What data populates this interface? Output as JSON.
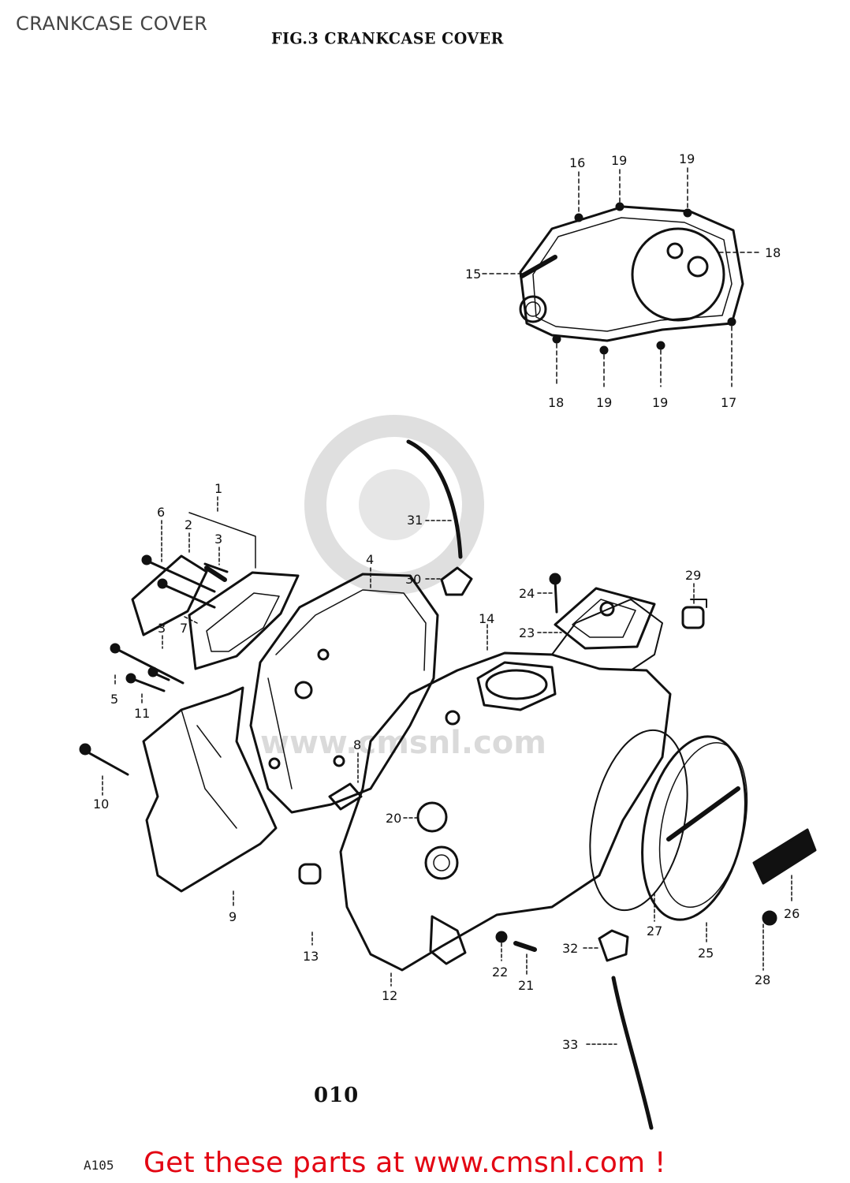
{
  "header": {
    "page_title": "CRANKCASE COVER"
  },
  "figure": {
    "title": "FIG.3  CRANKCASE COVER",
    "page_number": "010",
    "corner_code": "A105"
  },
  "watermark": {
    "text": "www.cmsnl.com"
  },
  "callouts": [
    {
      "id": "c16a",
      "label": "16"
    },
    {
      "id": "c19a",
      "label": "19"
    },
    {
      "id": "c19b",
      "label": "19"
    },
    {
      "id": "c18a",
      "label": "18"
    },
    {
      "id": "c15",
      "label": "15"
    },
    {
      "id": "c18b",
      "label": "18"
    },
    {
      "id": "c19c",
      "label": "19"
    },
    {
      "id": "c19d",
      "label": "19"
    },
    {
      "id": "c17",
      "label": "17"
    },
    {
      "id": "c1",
      "label": "1"
    },
    {
      "id": "c6",
      "label": "6"
    },
    {
      "id": "c2",
      "label": "2"
    },
    {
      "id": "c3a",
      "label": "3"
    },
    {
      "id": "c4",
      "label": "4"
    },
    {
      "id": "c31",
      "label": "31"
    },
    {
      "id": "c30",
      "label": "30"
    },
    {
      "id": "c24",
      "label": "24"
    },
    {
      "id": "c29",
      "label": "29"
    },
    {
      "id": "c3b",
      "label": "3"
    },
    {
      "id": "c7",
      "label": "7"
    },
    {
      "id": "c23",
      "label": "23"
    },
    {
      "id": "c14",
      "label": "14"
    },
    {
      "id": "c5",
      "label": "5"
    },
    {
      "id": "c11",
      "label": "11"
    },
    {
      "id": "c8",
      "label": "8"
    },
    {
      "id": "c10",
      "label": "10"
    },
    {
      "id": "c20",
      "label": "20"
    },
    {
      "id": "c26",
      "label": "26"
    },
    {
      "id": "c9",
      "label": "9"
    },
    {
      "id": "c27",
      "label": "27"
    },
    {
      "id": "c25",
      "label": "25"
    },
    {
      "id": "c32",
      "label": "32"
    },
    {
      "id": "c13",
      "label": "13"
    },
    {
      "id": "c22",
      "label": "22"
    },
    {
      "id": "c21",
      "label": "21"
    },
    {
      "id": "c28",
      "label": "28"
    },
    {
      "id": "c12",
      "label": "12"
    },
    {
      "id": "c33",
      "label": "33"
    }
  ],
  "promo": {
    "text": "Get these parts at www.cmsnl.com !",
    "color": "#e30613"
  }
}
